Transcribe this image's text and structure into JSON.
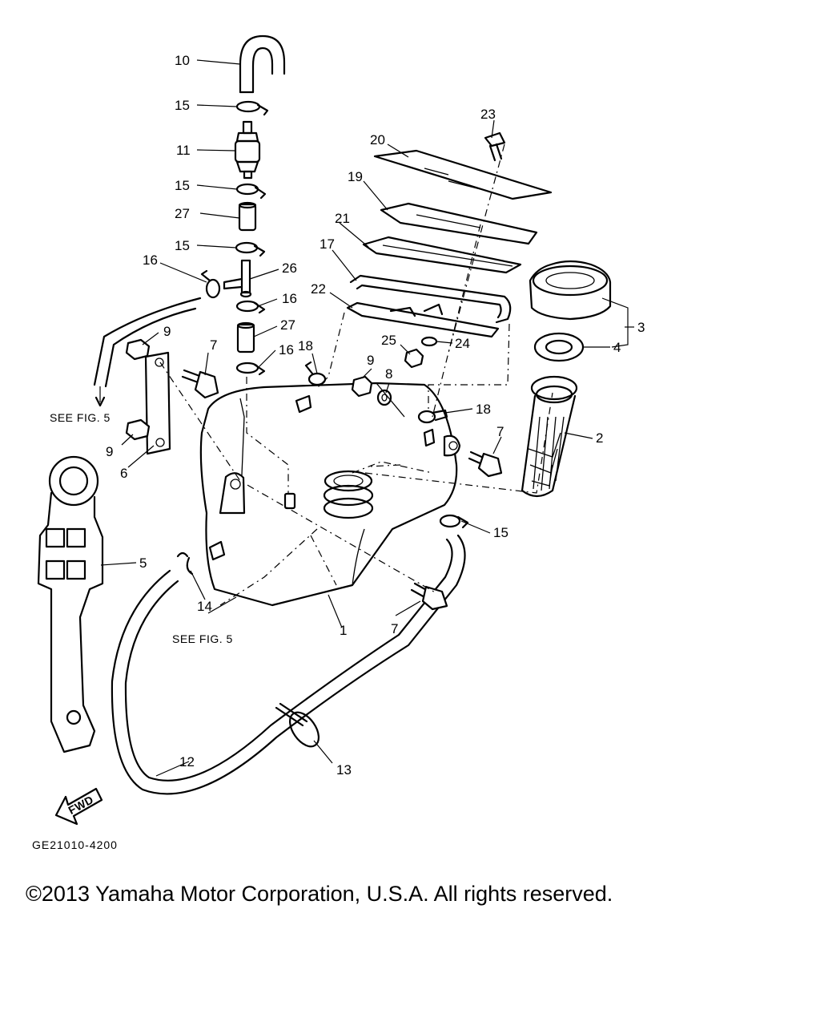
{
  "diagram": {
    "callouts": {
      "p1": "1",
      "p2": "2",
      "p3": "3",
      "p4": "4",
      "p5": "5",
      "p6": "6",
      "p7a": "7",
      "p7b": "7",
      "p7c": "7",
      "p8": "8",
      "p9a": "9",
      "p9b": "9",
      "p9c": "9",
      "p10": "10",
      "p11": "11",
      "p12": "12",
      "p13": "13",
      "p14": "14",
      "p15a": "15",
      "p15b": "15",
      "p15c": "15",
      "p15d": "15",
      "p16a": "16",
      "p16b": "16",
      "p16c": "16",
      "p17": "17",
      "p18a": "18",
      "p18b": "18",
      "p19": "19",
      "p20": "20",
      "p21": "21",
      "p22": "22",
      "p23": "23",
      "p24": "24",
      "p25": "25",
      "p26": "26",
      "p27a": "27",
      "p27b": "27"
    },
    "see_fig_upper": "SEE FIG. 5",
    "see_fig_lower": "SEE FIG. 5",
    "fwd_label": "FWD",
    "drawing_code": "GE21010-4200"
  },
  "footer": {
    "copyright": "©2013 Yamaha Motor Corporation, U.S.A. All rights reserved."
  }
}
